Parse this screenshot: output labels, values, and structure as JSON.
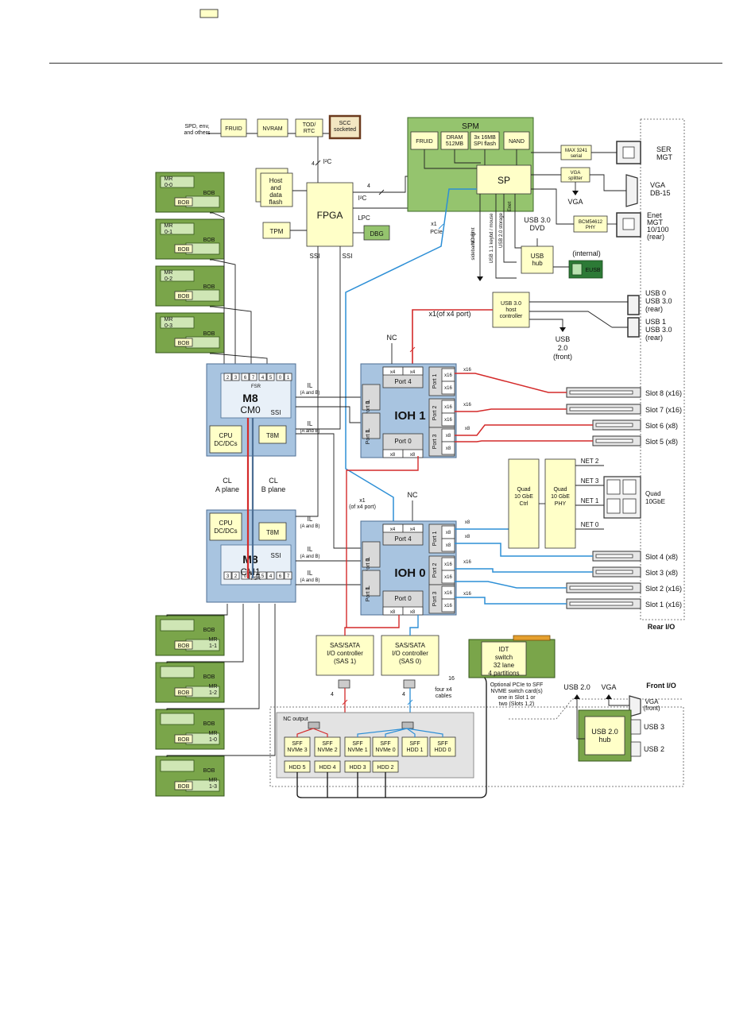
{
  "colors": {
    "green": "#95c46e",
    "green_dark": "#3c6a27",
    "board_green": "#7aa54a",
    "blue_box": "#a8c4e0",
    "blue_stroke": "#4d6e93",
    "yellow": "#ffffc8",
    "red": "#d42a2a",
    "blue_line": "#2d8fd6",
    "gray": "#d9d9d9",
    "rear_gray": "#ececec"
  },
  "top": {
    "spd": [
      "SPD, env,",
      "and others"
    ],
    "fruid": "FRUID",
    "nvram": "NVRAM",
    "tod": [
      "TOD/",
      "RTC"
    ],
    "scc": [
      "SCC",
      "socketed"
    ],
    "i2c_num": "4",
    "i2c": "I²C",
    "host_flash": [
      "Host",
      "and",
      "data",
      "flash"
    ],
    "fpga": "FPGA",
    "tpm": "TPM",
    "dbg": "DBG",
    "lpc": "LPC",
    "i2c_sp": "I²C",
    "i2c_sp_num": "4",
    "ssi_a": "SSI",
    "ssi_b": "SSI"
  },
  "spm": {
    "title": "SPM",
    "fruid": "FRUID",
    "dram": [
      "DRAM",
      "512MB"
    ],
    "spi": [
      "3x 16MB",
      "SPI flash"
    ],
    "nand": "NAND",
    "sp": "SP",
    "max": [
      "MAX 3241",
      "serial"
    ],
    "vga_split": [
      "VGA",
      "splitter"
    ],
    "vga": "VGA",
    "bcm": [
      "BCM54612",
      "PHY"
    ],
    "x1": "x1",
    "pcie": "PCIe",
    "ncsi": [
      "NC-SI",
      "sideband mgmt"
    ],
    "usb11": "USB 1.1 keybd / mouse",
    "usb20": "USB 2.0 storage",
    "enet": "Enet",
    "usb30dvd": [
      "USB 3.0",
      "DVD"
    ],
    "usbhub": [
      "USB",
      "hub"
    ],
    "internal": "(internal)",
    "eusb": "EUSB"
  },
  "rear_ports": {
    "ser": [
      "SER",
      "MGT"
    ],
    "vga": [
      "VGA",
      "DB-15"
    ],
    "enet": [
      "Enet",
      "MGT",
      "10/100",
      "(rear)"
    ],
    "usb0": [
      "USB 0",
      "USB 3.0",
      "(rear)"
    ],
    "usb1": [
      "USB 1",
      "USB 3.0",
      "(rear)"
    ],
    "rear_io": "Rear I/O"
  },
  "usb3ctrl": {
    "label": [
      "USB 3.0",
      "host",
      "controller"
    ],
    "x1of4": "x1(of x4 port)",
    "usb2front": [
      "USB",
      "2.0",
      "(front)"
    ]
  },
  "mr": {
    "left_top": [
      {
        "name": "MR 0-0",
        "lbl": [
          "MR",
          "0-0"
        ]
      },
      {
        "name": "MR 0-1",
        "lbl": [
          "MR",
          "0-1"
        ]
      },
      {
        "name": "MR 0-2",
        "lbl": [
          "MR",
          "0-2"
        ]
      },
      {
        "name": "MR 0-3",
        "lbl": [
          "MR",
          "0-3"
        ]
      }
    ],
    "left_bottom": [
      {
        "name": "MR 1-1",
        "lbl": [
          "MR",
          "1-1"
        ]
      },
      {
        "name": "MR 1-2",
        "lbl": [
          "MR",
          "1-2"
        ]
      },
      {
        "name": "MR 1-0",
        "lbl": [
          "MR",
          "1-0"
        ]
      },
      {
        "name": "MR 1-3",
        "lbl": [
          "MR",
          "1-3"
        ]
      }
    ],
    "bob": "BOB"
  },
  "m8": {
    "cm0": {
      "fsr": "FSR",
      "title": "M8",
      "sub": "CM0",
      "ssi": "SSI",
      "cpu": [
        "CPU",
        "DC/DCs"
      ],
      "t8m": "T8M",
      "ports": [
        "2",
        "3",
        "6",
        "7",
        "4",
        "5",
        "0",
        "1"
      ]
    },
    "cm1": {
      "fsr": "FSR",
      "title": "M8",
      "sub": "CM1",
      "ssi": "SSI",
      "cpu": [
        "CPU",
        "DC/DCs"
      ],
      "t8m": "T8M",
      "ports": [
        "3",
        "2",
        "0",
        "1",
        "5",
        "4",
        "6",
        "7"
      ]
    },
    "cl_a": [
      "CL",
      "A plane"
    ],
    "cl_b": [
      "CL",
      "B plane"
    ],
    "il": "IL",
    "il_sub": "(A and B)"
  },
  "ioh1": {
    "title": "IOH 1",
    "nc": "NC",
    "port4": "Port 4",
    "port0": "Port 0",
    "il0": [
      "IL",
      "Port 0"
    ],
    "il1": [
      "IL",
      "Port 1"
    ],
    "p1": "Port 1",
    "p2": "Port 2",
    "p3": "Port 3",
    "x4": "x4",
    "x8": "x8",
    "x16": "x16"
  },
  "ioh0": {
    "title": "IOH 0",
    "nc": "NC",
    "x1of4": [
      "x1",
      "(of x4 port)"
    ],
    "port4": "Port 4",
    "port0": "Port 0",
    "il0": [
      "IL",
      "Port 0"
    ],
    "il1": [
      "IL",
      "Port 1"
    ],
    "p1": "Port 1",
    "p2": "Port 2",
    "p3": "Port 3",
    "x4": "x4",
    "x8": "x8",
    "x16": "x16"
  },
  "slots": [
    {
      "label": "Slot 8 (x16)"
    },
    {
      "label": "Slot 7 (x16)"
    },
    {
      "label": "Slot 6 (x8)"
    },
    {
      "label": "Slot 5 (x8)"
    },
    {
      "label": "Slot 4 (x8)"
    },
    {
      "label": "Slot 3 (x8)"
    },
    {
      "label": "Slot 2 (x16)"
    },
    {
      "label": "Slot 1 (x16)"
    }
  ],
  "net": {
    "ctrl": [
      "Quad",
      "10 GbE",
      "Ctrl"
    ],
    "phy": [
      "Quad",
      "10 GbE",
      "PHY"
    ],
    "net2": "NET 2",
    "net3": "NET 3",
    "net1": "NET 1",
    "net0": "NET 0",
    "quad": [
      "Quad",
      "10GbE"
    ]
  },
  "storage": {
    "sas1": [
      "SAS/SATA",
      "I/O controller",
      "(SAS 1)"
    ],
    "sas0": [
      "SAS/SATA",
      "I/O controller",
      "(SAS 0)"
    ],
    "four": "4",
    "nc_output": "NC output",
    "drives_top": [
      [
        "SFF",
        "NVMe 3"
      ],
      [
        "SFF",
        "NVMe 2"
      ],
      [
        "SFF",
        "NVMe 1"
      ],
      [
        "SFF",
        "NVMe 0"
      ],
      [
        "SFF",
        "HDD 1"
      ],
      [
        "SFF",
        "HDD 0"
      ]
    ],
    "drives_bottom": [
      "HDD 5",
      "HDD 4",
      "HDD 3",
      "HDD 2"
    ],
    "idt": [
      "IDT",
      "switch",
      "32 lane",
      "4 partitions"
    ],
    "idt_note": [
      "Optional PCIe to SFF",
      "NVME switch card(s)",
      "one in Slot 1 or",
      "two (Slots 1,2)"
    ],
    "sixteen": "16",
    "four_cables": [
      "four x4",
      "cables"
    ]
  },
  "front": {
    "front_io": "Front I/O",
    "usb20": "USB 2.0",
    "vga": "VGA",
    "vga_front": [
      "VGA",
      "(front)"
    ],
    "hub": [
      "USB 2.0",
      "hub"
    ],
    "usb3": "USB 3",
    "usb2": "USB 2"
  }
}
